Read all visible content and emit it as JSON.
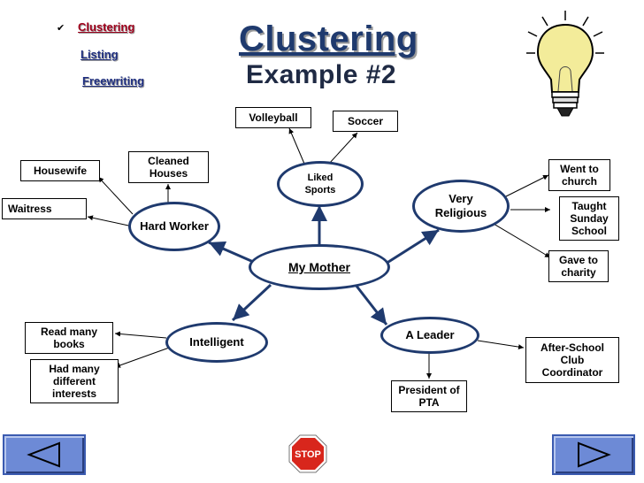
{
  "menu": {
    "items": [
      {
        "label": "Clustering",
        "color": "#a0001c"
      },
      {
        "label": "Listing",
        "color": "#1f2f80"
      },
      {
        "label": "Freewriting",
        "color": "#1f2f80"
      }
    ]
  },
  "header": {
    "title": "Clustering",
    "subtitle": "Example #2"
  },
  "diagram": {
    "center": "My Mother",
    "branches": {
      "liked_sports": "Liked Sports",
      "hard_worker": "Hard Worker",
      "very_religious": "Very Religious",
      "intelligent": "Intelligent",
      "a_leader": "A Leader"
    },
    "details": {
      "volleyball": "Volleyball",
      "soccer": "Soccer",
      "cleaned_houses": "Cleaned Houses",
      "housewife": "Housewife",
      "waitress": "Waitress",
      "went_to_church": "Went to church",
      "taught_sunday_school": "Taught Sunday School",
      "gave_to_charity": "Gave to charity",
      "read_many_books": "Read many books",
      "had_many_interests": "Had many different interests",
      "after_school_club": "After-School Club Coordinator",
      "president_pta": "President of PTA"
    }
  },
  "colors": {
    "oval_border": "#1f3a6e",
    "arrow": "#1f3a6e",
    "nav_button": "#6d8ad6",
    "stop_sign": "#d8261c",
    "bulb": "#f3ec9a"
  },
  "navigation": {
    "stop_label": "STOP",
    "back_icon": "triangle-left-icon",
    "forward_icon": "triangle-right-icon"
  }
}
